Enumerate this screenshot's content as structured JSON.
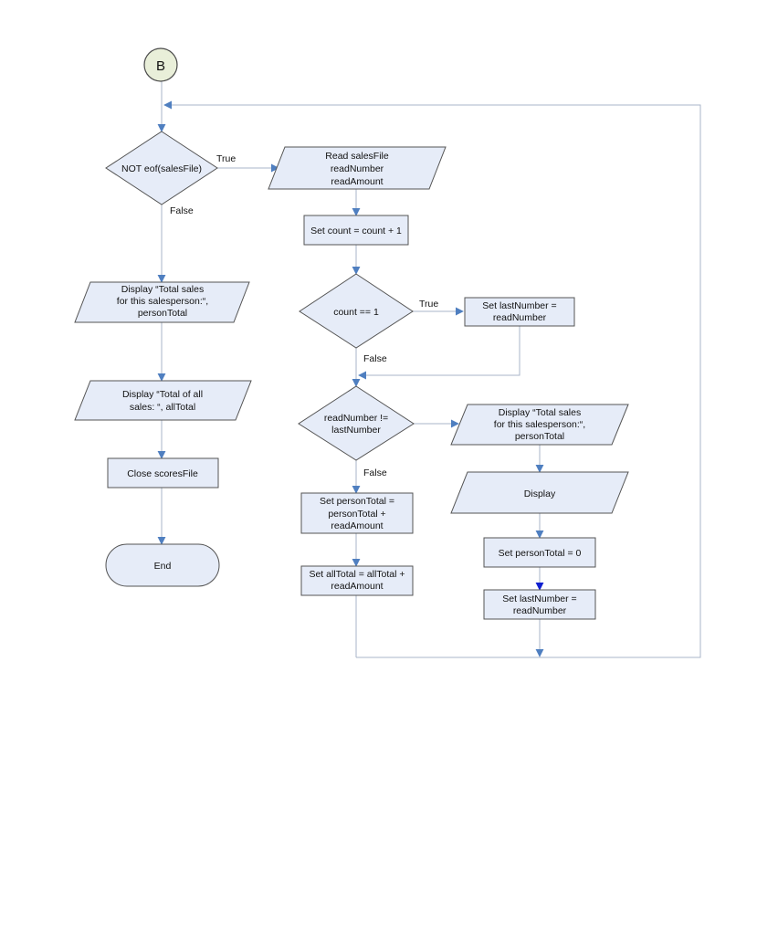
{
  "connector": {
    "label": "B"
  },
  "nodes": {
    "eof_check": "NOT eof(salesFile)",
    "read_input": [
      "Read salesFile",
      "readNumber",
      "readAmount"
    ],
    "set_count": "Set count = count + 1",
    "count_check": "count == 1",
    "set_last_first": [
      "Set lastNumber =",
      "readNumber"
    ],
    "number_check": [
      "readNumber !=",
      "lastNumber"
    ],
    "display_person_right": [
      "Display “Total sales",
      "for this salesperson:“,",
      "personTotal"
    ],
    "display_blank": "Display",
    "reset_person_total": "Set personTotal = 0",
    "set_last_second": [
      "Set lastNumber =",
      "readNumber"
    ],
    "set_person_total": [
      "Set personTotal =",
      "personTotal +",
      "readAmount"
    ],
    "set_all_total": [
      "Set allTotal = allTotal +",
      "readAmount"
    ],
    "display_person_left": [
      "Display “Total sales",
      "for this salesperson:“,",
      "personTotal"
    ],
    "display_all": [
      "Display “Total of all",
      "sales: “, allTotal"
    ],
    "close_file": "Close scoresFile",
    "end": "End"
  },
  "edge_labels": {
    "eof_true": "True",
    "eof_false": "False",
    "count_true": "True",
    "count_false": "False",
    "number_false": "False"
  },
  "colors": {
    "shape_fill": "#e6ecf8",
    "connector_fill": "#e9efd9",
    "arrow": "#4f7fc0",
    "arrow_dark": "#1020d0",
    "line": "#aab6c8"
  }
}
